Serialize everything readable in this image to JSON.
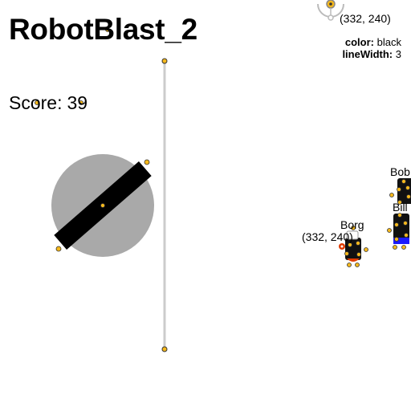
{
  "game": {
    "title": "RobotBlast_2",
    "score_label": "Score:",
    "score_value": "39"
  },
  "style_info": {
    "color_label": "color:",
    "color_value": "black",
    "linewidth_label": "lineWidth:",
    "linewidth_value": "3"
  },
  "cursor_coord": "(332, 240)",
  "robots": [
    {
      "name": "Bob",
      "body_color": "#111111",
      "accent": "#111111"
    },
    {
      "name": "Bill",
      "body_color": "#111111",
      "accent": "#1a1aff"
    },
    {
      "name": "Borg",
      "body_color": "#111111",
      "accent": "#e03b00"
    }
  ],
  "colors": {
    "gun_disc": "#a9a9a9",
    "barrel": "#000000",
    "wall": "#cccccc",
    "handle_fill": "#f5b81c",
    "handle_stroke": "#333333"
  },
  "icons": [
    "target-icon",
    "gun-icon"
  ]
}
